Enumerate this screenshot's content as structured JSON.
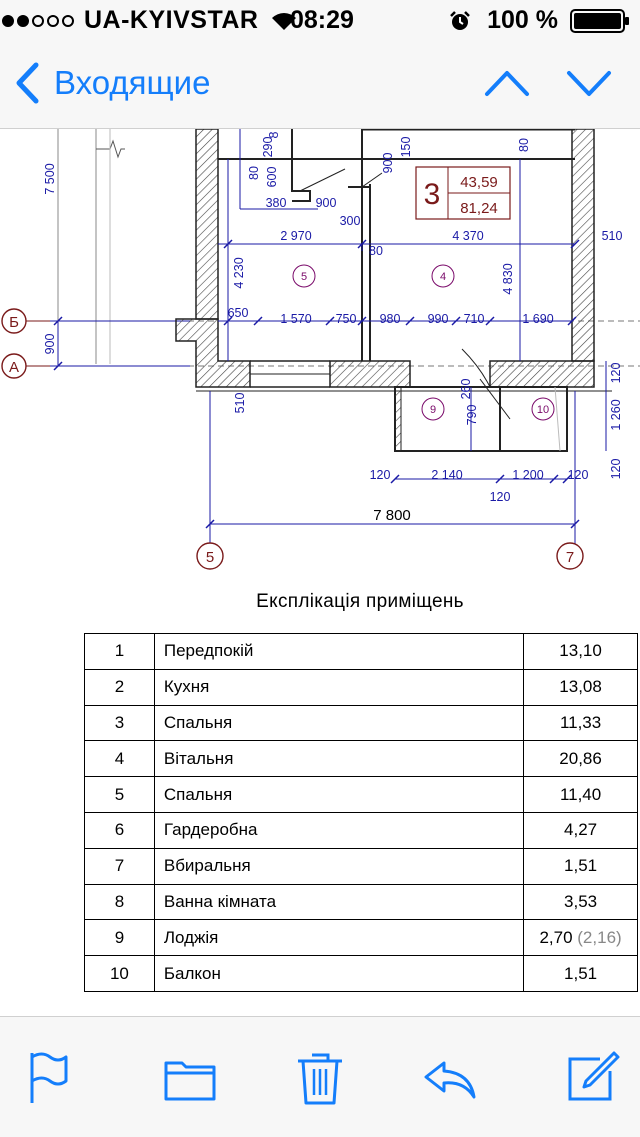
{
  "status_bar": {
    "carrier": "UA-KYIVSTAR",
    "time": "08:29",
    "battery": "100 %",
    "signal_strength": 2,
    "signal_total": 5
  },
  "nav": {
    "back_label": "Входящие"
  },
  "floor_plan": {
    "apartment_number": "3",
    "area_living": "43,59",
    "area_total": "81,24",
    "height_left": "7 500",
    "axis_b": "Б",
    "axis_a": "А",
    "axis_5": "5",
    "axis_7": "7",
    "dim_900_left": "900",
    "room_labels": {
      "r5": "5",
      "r4": "4",
      "r9": "9",
      "r10": "10"
    },
    "dimensions": {
      "d290": "290",
      "d8": "8",
      "d80a": "80",
      "d600": "600",
      "d380": "380",
      "d900a": "900",
      "d300": "300",
      "d900b": "900",
      "d150": "150",
      "d80b": "80",
      "d2970": "2 970",
      "d80c": "80",
      "d4370": "4 370",
      "d510a": "510",
      "d4230": "4 230",
      "d4830": "4 830",
      "d650": "650",
      "d1570": "1 570",
      "d750": "750",
      "d980": "980",
      "d990": "990",
      "d710": "710",
      "d1690": "1 690",
      "d510b": "510",
      "d260": "260",
      "d790": "790",
      "d120a": "120",
      "d1260": "1 260",
      "d120b": "120",
      "d120c": "120",
      "d2140": "2 140",
      "d1200": "1 200",
      "d120d": "120",
      "d120e": "120",
      "d7800": "7 800"
    }
  },
  "explication": {
    "title": "Експлікація приміщень",
    "rows": [
      {
        "num": "1",
        "name": "Передпокій",
        "area": "13,10",
        "extra": ""
      },
      {
        "num": "2",
        "name": "Кухня",
        "area": "13,08",
        "extra": ""
      },
      {
        "num": "3",
        "name": "Спальня",
        "area": "11,33",
        "extra": ""
      },
      {
        "num": "4",
        "name": "Вітальня",
        "area": "20,86",
        "extra": ""
      },
      {
        "num": "5",
        "name": "Спальня",
        "area": "11,40",
        "extra": ""
      },
      {
        "num": "6",
        "name": "Гардеробна",
        "area": "4,27",
        "extra": ""
      },
      {
        "num": "7",
        "name": "Вбиральня",
        "area": "1,51",
        "extra": ""
      },
      {
        "num": "8",
        "name": "Ванна кімната",
        "area": "3,53",
        "extra": ""
      },
      {
        "num": "9",
        "name": "Лоджія",
        "area": "2,70",
        "extra": " (2,16)"
      },
      {
        "num": "10",
        "name": "Балкон",
        "area": "1,51",
        "extra": ""
      }
    ]
  },
  "toolbar": {
    "icons": [
      "flag-icon",
      "folder-icon",
      "trash-icon",
      "reply-icon",
      "compose-icon"
    ]
  },
  "colors": {
    "accent": "#147efb",
    "dimension": "#1a1aa6",
    "room_label": "#7a0a6a",
    "axis_circle": "#7a1a1a"
  }
}
